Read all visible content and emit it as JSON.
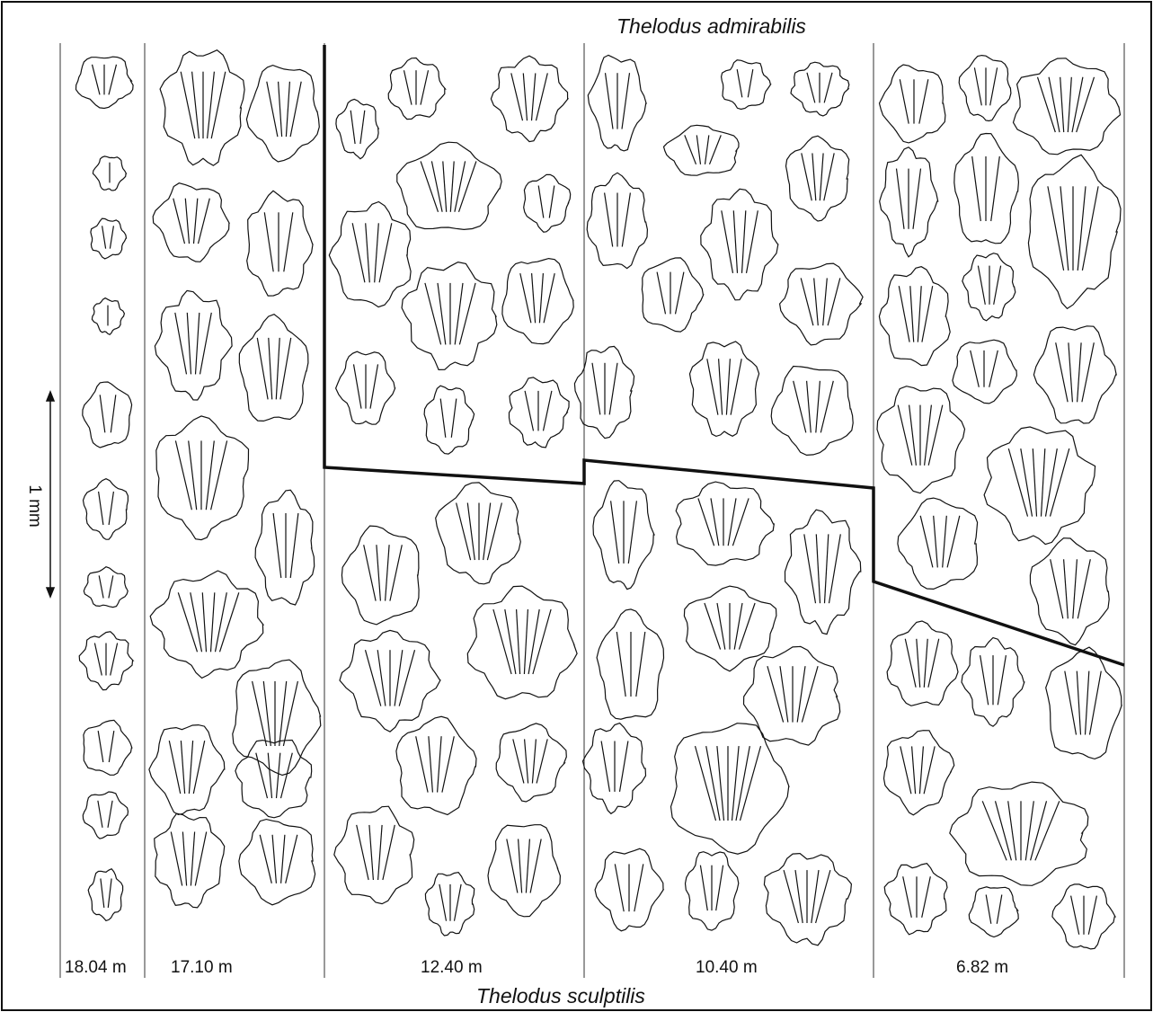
{
  "figure": {
    "top_species": "Thelodus admirabilis",
    "bottom_species": "Thelodus sculptilis",
    "scale_label": "1 mm",
    "depths": [
      "18.04 m",
      "17.10 m",
      "12.40 m",
      "10.40 m",
      "6.82 m"
    ],
    "colors": {
      "ink": "#111111",
      "background": "#ffffff"
    }
  }
}
